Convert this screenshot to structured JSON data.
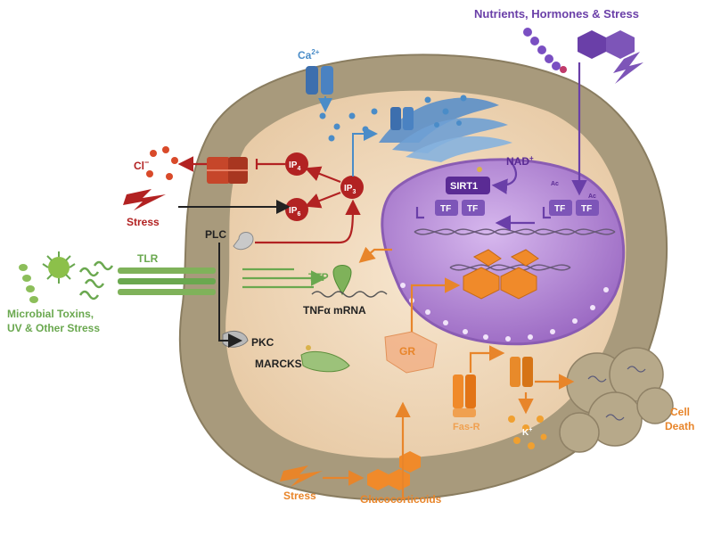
{
  "labels": {
    "nutrients": "Nutrients, Hormones & Stress",
    "calcium": "Ca",
    "calcium_charge": "2+",
    "chloride": "Cl",
    "chloride_charge": "−",
    "ip4": "IP",
    "ip4_sub": "4",
    "ip3": "IP",
    "ip3_sub": "3",
    "ip6": "IP",
    "ip6_sub": "6",
    "stress_left": "Stress",
    "plc": "PLC",
    "nad": "NAD",
    "nad_charge": "+",
    "sirt1": "SIRT1",
    "tf": "TF",
    "ac": "Ac",
    "tlr": "TLR",
    "microbial_line1": "Microbial Toxins,",
    "microbial_line2": "UV & Other Stress",
    "ttp": "TTP",
    "tnf_mrna": "TNFα mRNA",
    "pkc": "PKC",
    "marcks": "MARCKS",
    "gr": "GR",
    "fas_r": "Fas-R",
    "potassium": "K",
    "potassium_charge": "+",
    "cell_death_line1": "Cell",
    "cell_death_line2": "Death",
    "stress_bottom": "Stress",
    "glucocorticoids": "Glucocorticoids"
  },
  "colors": {
    "membrane": "#a89a7c",
    "cytoplasm": "#f1dcc0",
    "nucleus": "#b78cd6",
    "calcium_blue": "#4a8cc8",
    "ip_red": "#b22222",
    "purple": "#6a3fa8",
    "green": "#6aa84f",
    "orange": "#e8852a",
    "dark": "#222222"
  }
}
